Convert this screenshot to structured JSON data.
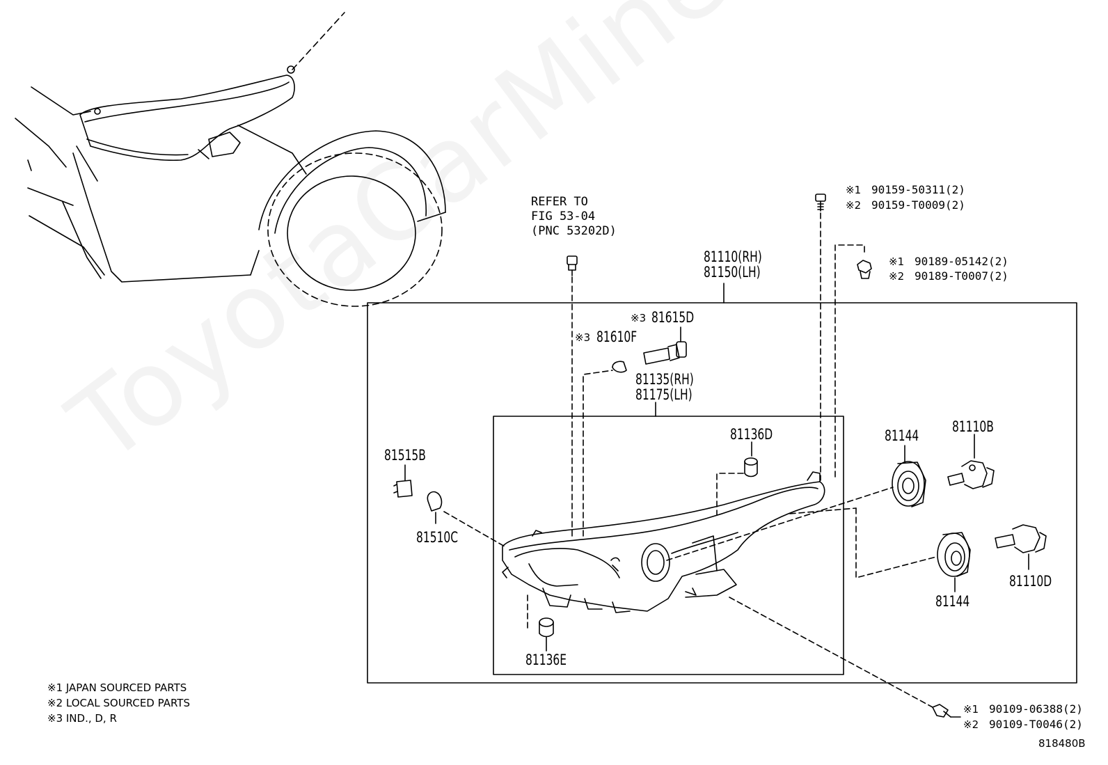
{
  "watermark": "ToyotaCarMine.ru",
  "refer": {
    "line1": "REFER TO",
    "line2": "FIG 53-04",
    "line3": "(PNC 53202D)"
  },
  "assembly": {
    "line1": "81110(RH)",
    "line2": "81150(LH)"
  },
  "unit": {
    "line1": "81135(RH)",
    "line2": "81175(LH)"
  },
  "parts": {
    "p81615D": {
      "mark": "※3",
      "code": "81615D"
    },
    "p81610F": {
      "mark": "※3",
      "code": "81610F"
    },
    "p81136D": "81136D",
    "p81136E": "81136E",
    "p81515B": "81515B",
    "p81510C": "81510C",
    "p81144_top": "81144",
    "p81144_bottom": "81144",
    "p81110B": "81110B",
    "p81110D": "81110D"
  },
  "screw_top": {
    "l1_mark": "※1",
    "l1": "90159-50311(2)",
    "l2_mark": "※2",
    "l2": "90159-T0009(2)"
  },
  "clip_right": {
    "l1_mark": "※1",
    "l1": "90189-05142(2)",
    "l2_mark": "※2",
    "l2": "90189-T0007(2)"
  },
  "bolt_bottom": {
    "l1_mark": "※1",
    "l1": "90109-06388(2)",
    "l2_mark": "※2",
    "l2": "90109-T0046(2)"
  },
  "notes": [
    "※1 JAPAN SOURCED PARTS",
    "※2 LOCAL SOURCED PARTS",
    "※3  IND., D, R"
  ],
  "figure_id": "818480B"
}
